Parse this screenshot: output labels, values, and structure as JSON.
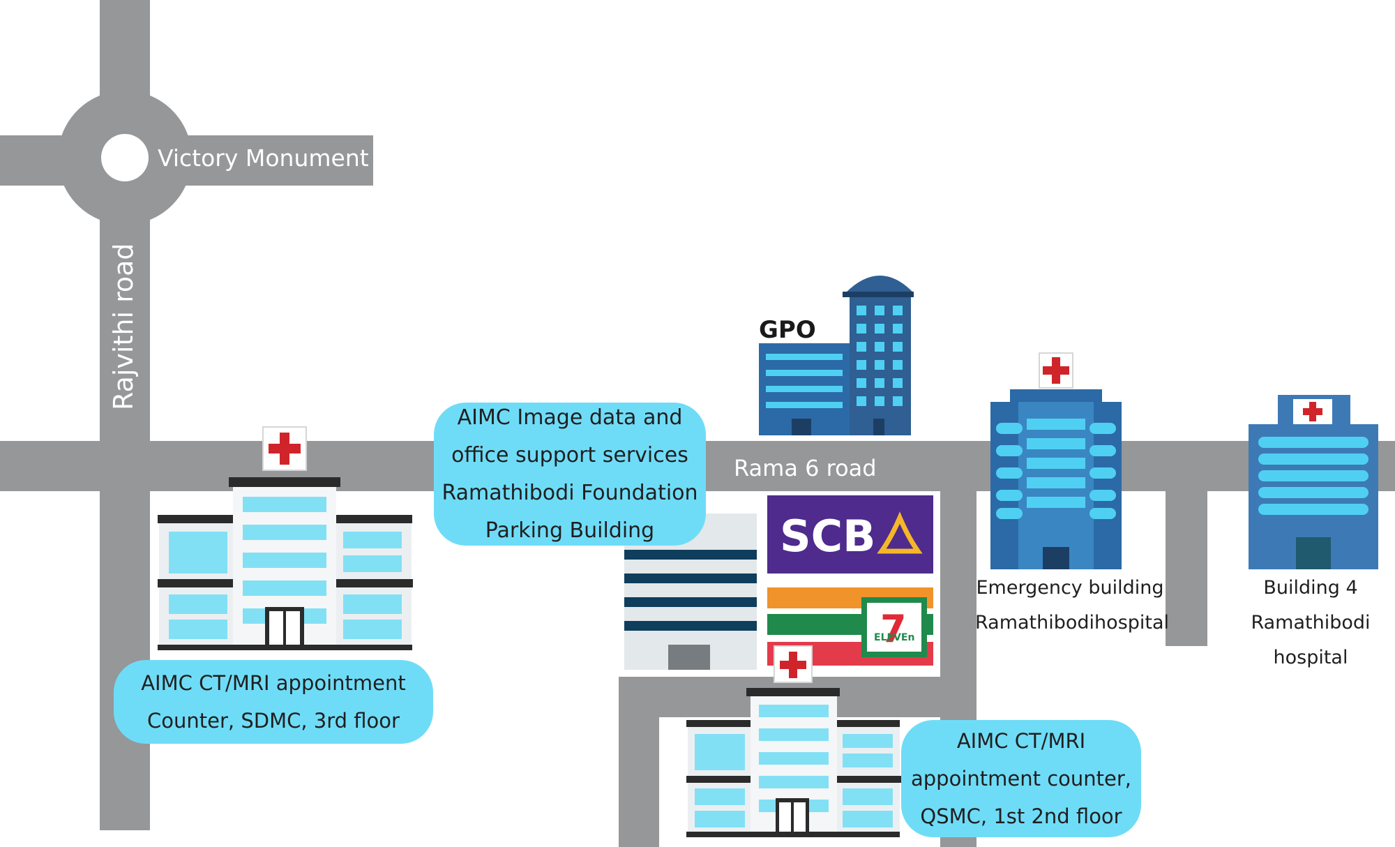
{
  "map": {
    "road_color": "#969799",
    "bubble_color": "#6fdcf7",
    "landmarks": {
      "victory_monument": "Victory Monument",
      "rajvithi_road": "Rajvithi road",
      "rama6_road": "Rama 6 road"
    },
    "gpo_label": "GPO",
    "scb_label": "SCB",
    "seven_eleven_label": "ELEVEn",
    "bubbles": {
      "sdmc": [
        "AIMC CT/MRI appointment",
        "Counter, SDMC, 3rd floor"
      ],
      "foundation": [
        "AIMC Image data and",
        "office support services",
        "Ramathibodi Foundation",
        "Parking Building"
      ],
      "qsmc": [
        "AIMC CT/MRI",
        "appointment counter,",
        "QSMC, 1st 2nd floor"
      ]
    },
    "labels": {
      "emergency": [
        "Emergency building",
        "Ramathibodihospital"
      ],
      "building4": [
        "Building 4",
        "Ramathibodi",
        "hospital"
      ]
    }
  }
}
